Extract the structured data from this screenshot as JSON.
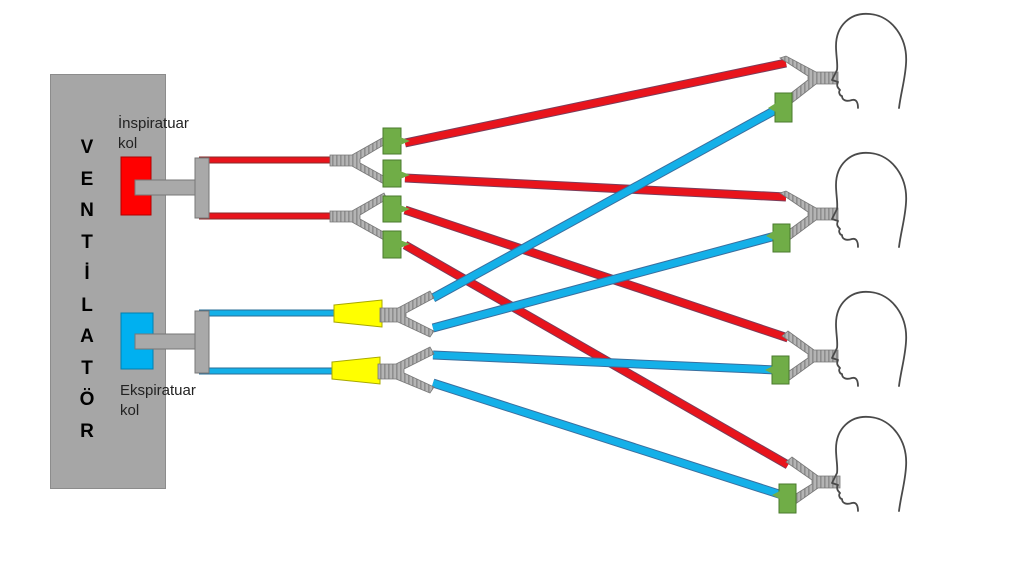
{
  "ventilator": {
    "letters": [
      "V",
      "E",
      "N",
      "T",
      "İ",
      "L",
      "A",
      "T",
      "Ö",
      "R"
    ],
    "box_color": "#a6a6a6"
  },
  "inspiratory_arm": {
    "label_line1": "İnspiratuar",
    "label_line2": "kol",
    "color": "#e8141c"
  },
  "expiratory_arm": {
    "label_line1": "Ekspiratuar",
    "label_line2": "kol",
    "color": "#14b0e8"
  },
  "components": {
    "connector_color": "#a9a9a9",
    "filter_color": "#70ad47",
    "valve_color": "#ffff00"
  },
  "patients": {
    "count": 4
  },
  "icons": [
    "ventilator",
    "inspiratory-port",
    "expiratory-port",
    "y-piece",
    "filter",
    "one-way-valve",
    "patient-head"
  ]
}
